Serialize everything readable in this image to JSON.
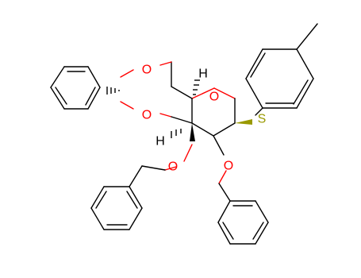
{
  "molecule": {
    "atoms": {
      "ring_o1": "O",
      "ring_o2": "O",
      "pyran_o": "O",
      "sulfur": "S",
      "o_bn1": "O",
      "o_bn2": "O",
      "h_top": "H",
      "h_left": "H"
    }
  },
  "colors": {
    "bond": "#000000",
    "oxygen": "#ff0000",
    "sulfur": "#999900",
    "hydrogen": "#000000"
  }
}
